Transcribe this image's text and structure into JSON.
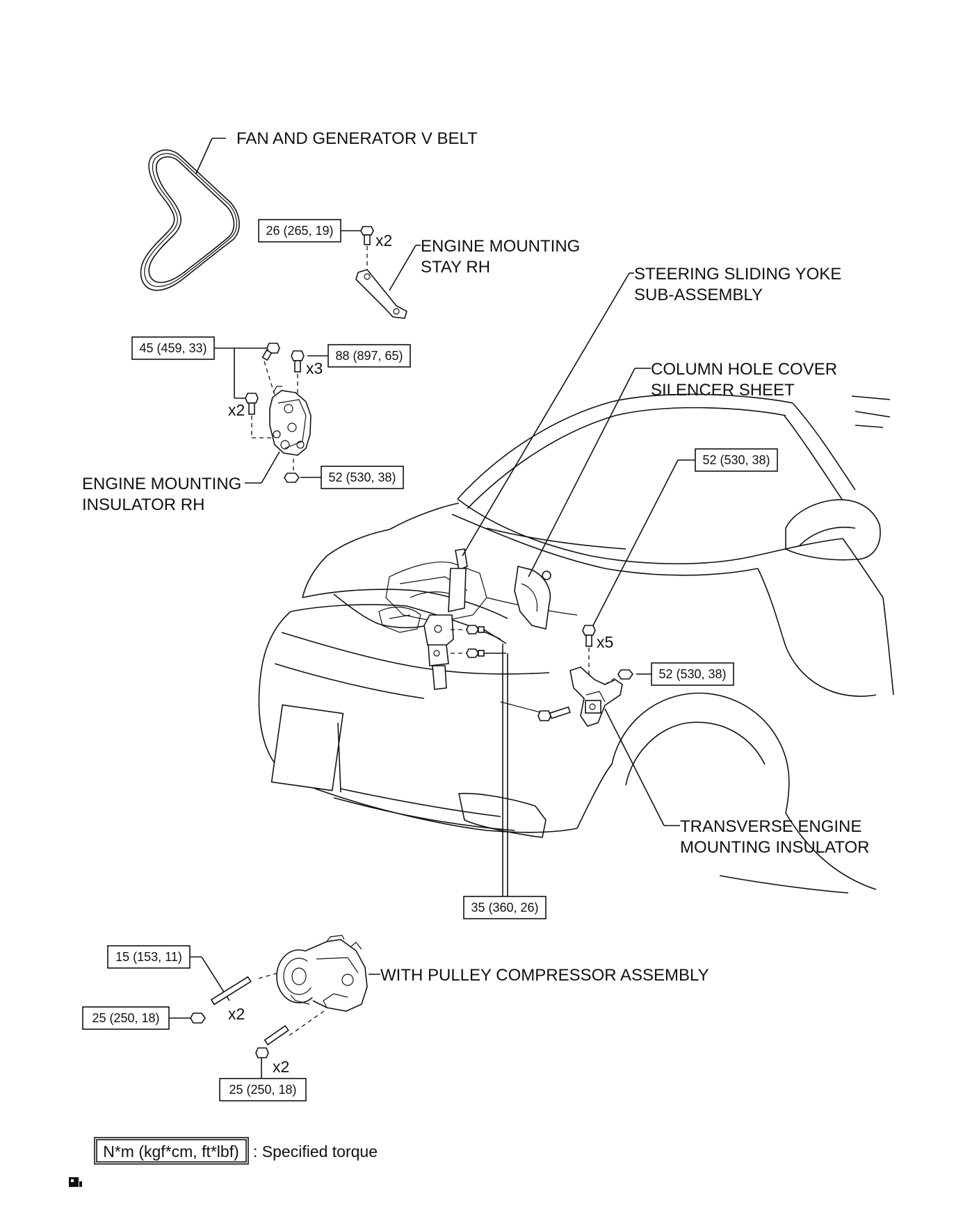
{
  "labels": {
    "belt": "FAN AND GENERATOR V BELT",
    "stay_rh_1": "ENGINE MOUNTING",
    "stay_rh_2": "STAY RH",
    "yoke_1": "STEERING SLIDING YOKE",
    "yoke_2": "SUB-ASSEMBLY",
    "cover_1": "COLUMN HOLE COVER",
    "cover_2": "SILENCER SHEET",
    "insulator_rh_1": "ENGINE MOUNTING",
    "insulator_rh_2": "INSULATOR RH",
    "transverse_1": "TRANSVERSE ENGINE",
    "transverse_2": "MOUNTING INSULATOR",
    "compressor": "WITH PULLEY COMPRESSOR ASSEMBLY"
  },
  "torques": {
    "stay_bolt": "26 (265, 19)",
    "rh_upper": "45 (459, 33)",
    "rh_bolts": "88 (897, 65)",
    "rh_nut": "52 (530, 38)",
    "transverse_bolts": "52 (530, 38)",
    "transverse_nut": "52 (530, 38)",
    "yoke_bolts": "35 (360, 26)",
    "comp_stud": "15 (153, 11)",
    "comp_nut": "25 (250, 18)",
    "comp_bolt": "25 (250, 18)"
  },
  "quantities": {
    "stay_bolt": "x2",
    "rh_bolts": "x3",
    "rh_upper": "x2",
    "transverse_bolts": "x5",
    "comp_stud": "x2",
    "comp_bolt": "x2"
  },
  "legend": {
    "unit": "N*m (kgf*cm, ft*lbf)",
    "text": ": Specified torque"
  }
}
